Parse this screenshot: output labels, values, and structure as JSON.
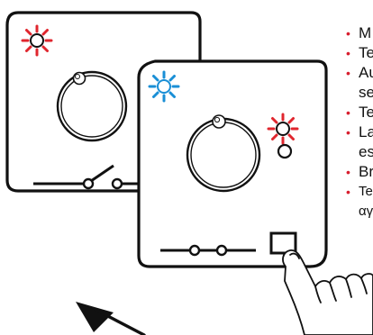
{
  "colors": {
    "outline": "#111111",
    "red_led": "#e0262e",
    "blue_led": "#1a8fd6",
    "bullet": "#d81e2e",
    "background": "#ffffff"
  },
  "instructions": [
    {
      "line1": "M",
      "line2": ""
    },
    {
      "line1": "Te",
      "line2": ""
    },
    {
      "line1": "Au",
      "line2": "se"
    },
    {
      "line1": "Te",
      "line2": ""
    },
    {
      "line1": "La",
      "line2": "es"
    },
    {
      "line1": "Br",
      "line2": ""
    },
    {
      "line1": "Te",
      "line2": "αγ"
    }
  ]
}
